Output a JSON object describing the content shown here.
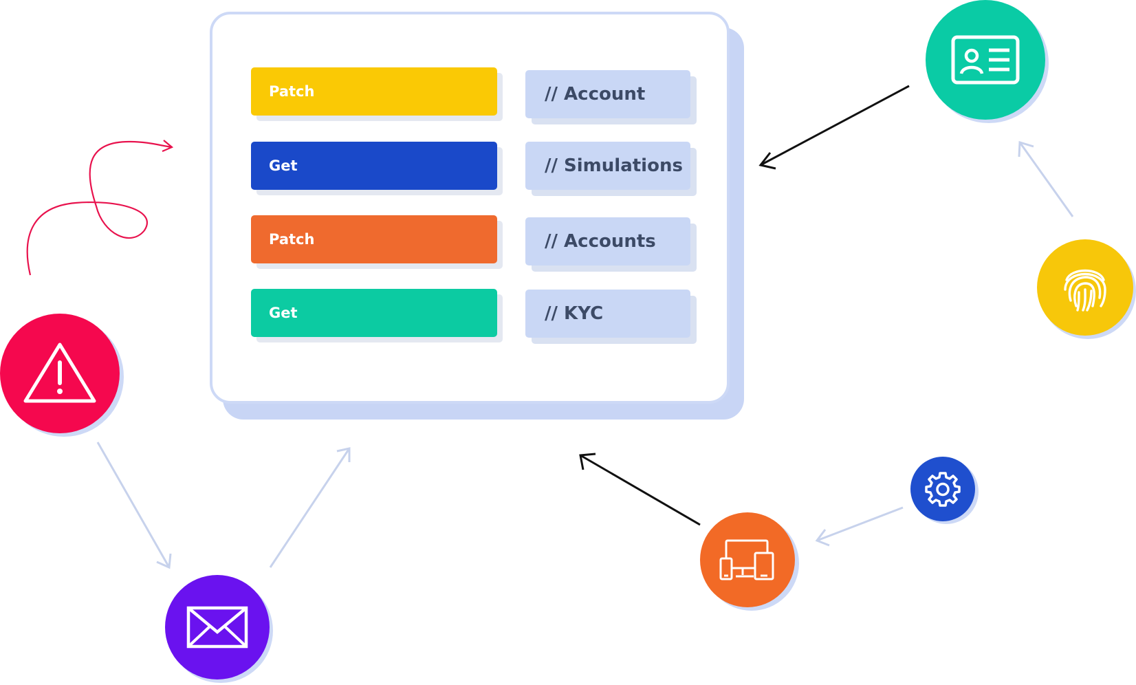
{
  "methods": [
    {
      "label": "Patch",
      "color": "#fac905"
    },
    {
      "label": "Get",
      "color": "#1a49c9"
    },
    {
      "label": "Patch",
      "color": "#ef6a2e"
    },
    {
      "label": "Get",
      "color": "#0ccba2"
    }
  ],
  "endpoints": [
    {
      "label": "// Account"
    },
    {
      "label": "// Simulations"
    },
    {
      "label": "// Accounts"
    },
    {
      "label": "// KYC"
    }
  ],
  "icons": [
    {
      "name": "id-card-icon",
      "color": "#0acba5"
    },
    {
      "name": "fingerprint-icon",
      "color": "#f7c70a"
    },
    {
      "name": "warning-icon",
      "color": "#f5084e"
    },
    {
      "name": "mail-icon",
      "color": "#6a12ef"
    },
    {
      "name": "devices-icon",
      "color": "#f26a26"
    },
    {
      "name": "gear-icon",
      "color": "#1f4fce"
    }
  ],
  "colors": {
    "panel_border": "#cdd9f6",
    "endpoint_bg": "#c9d7f5",
    "arrow_dark": "#111111",
    "arrow_light": "#c7d2ec",
    "squiggle": "#e8124d"
  }
}
